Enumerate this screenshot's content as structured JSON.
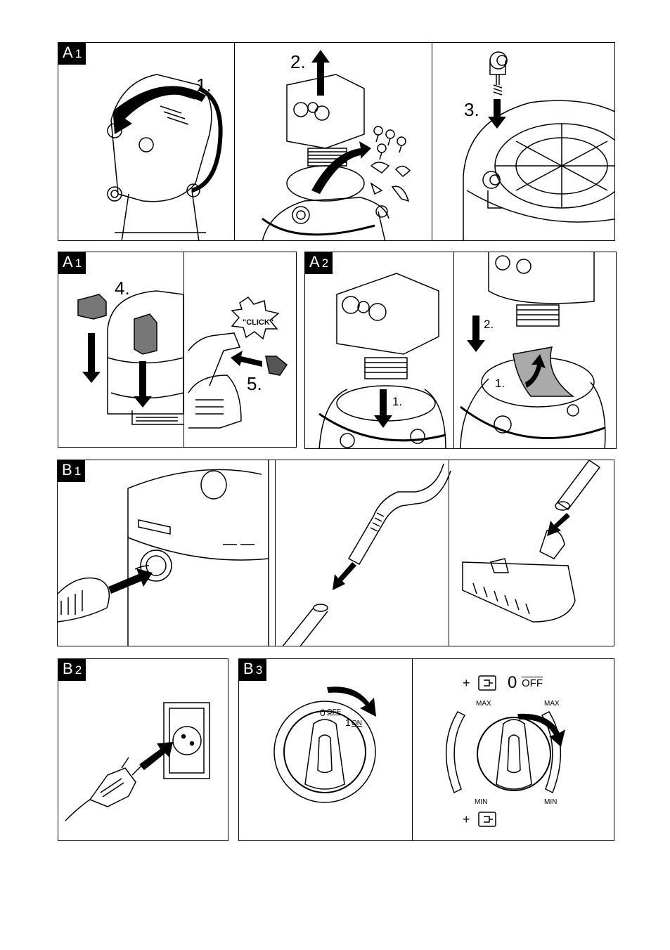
{
  "panels": {
    "a1_top": {
      "label": "A",
      "num": "1",
      "steps": [
        "1.",
        "2.",
        "3."
      ]
    },
    "a1_bottom": {
      "label": "A",
      "num": "1",
      "steps": [
        "4.",
        "5."
      ],
      "click_text": "\"CLICK\""
    },
    "a2": {
      "label": "A",
      "num": "2",
      "steps": [
        "1.",
        "2.",
        "1."
      ]
    },
    "b1": {
      "label": "B",
      "num": "1"
    },
    "b2": {
      "label": "B",
      "num": "2"
    },
    "b3": {
      "label": "B",
      "num": "3",
      "switch_off_zero": "0",
      "switch_off_text": "OFF",
      "switch_on_one": "1",
      "switch_on_text": "ON",
      "plus": "+",
      "zero": "0",
      "off_text": "OFF",
      "max": "MAX",
      "min": "MIN"
    }
  },
  "icons": [
    "arrow-icon",
    "socket-icon",
    "plug-icon",
    "appliance-socket-icon"
  ]
}
